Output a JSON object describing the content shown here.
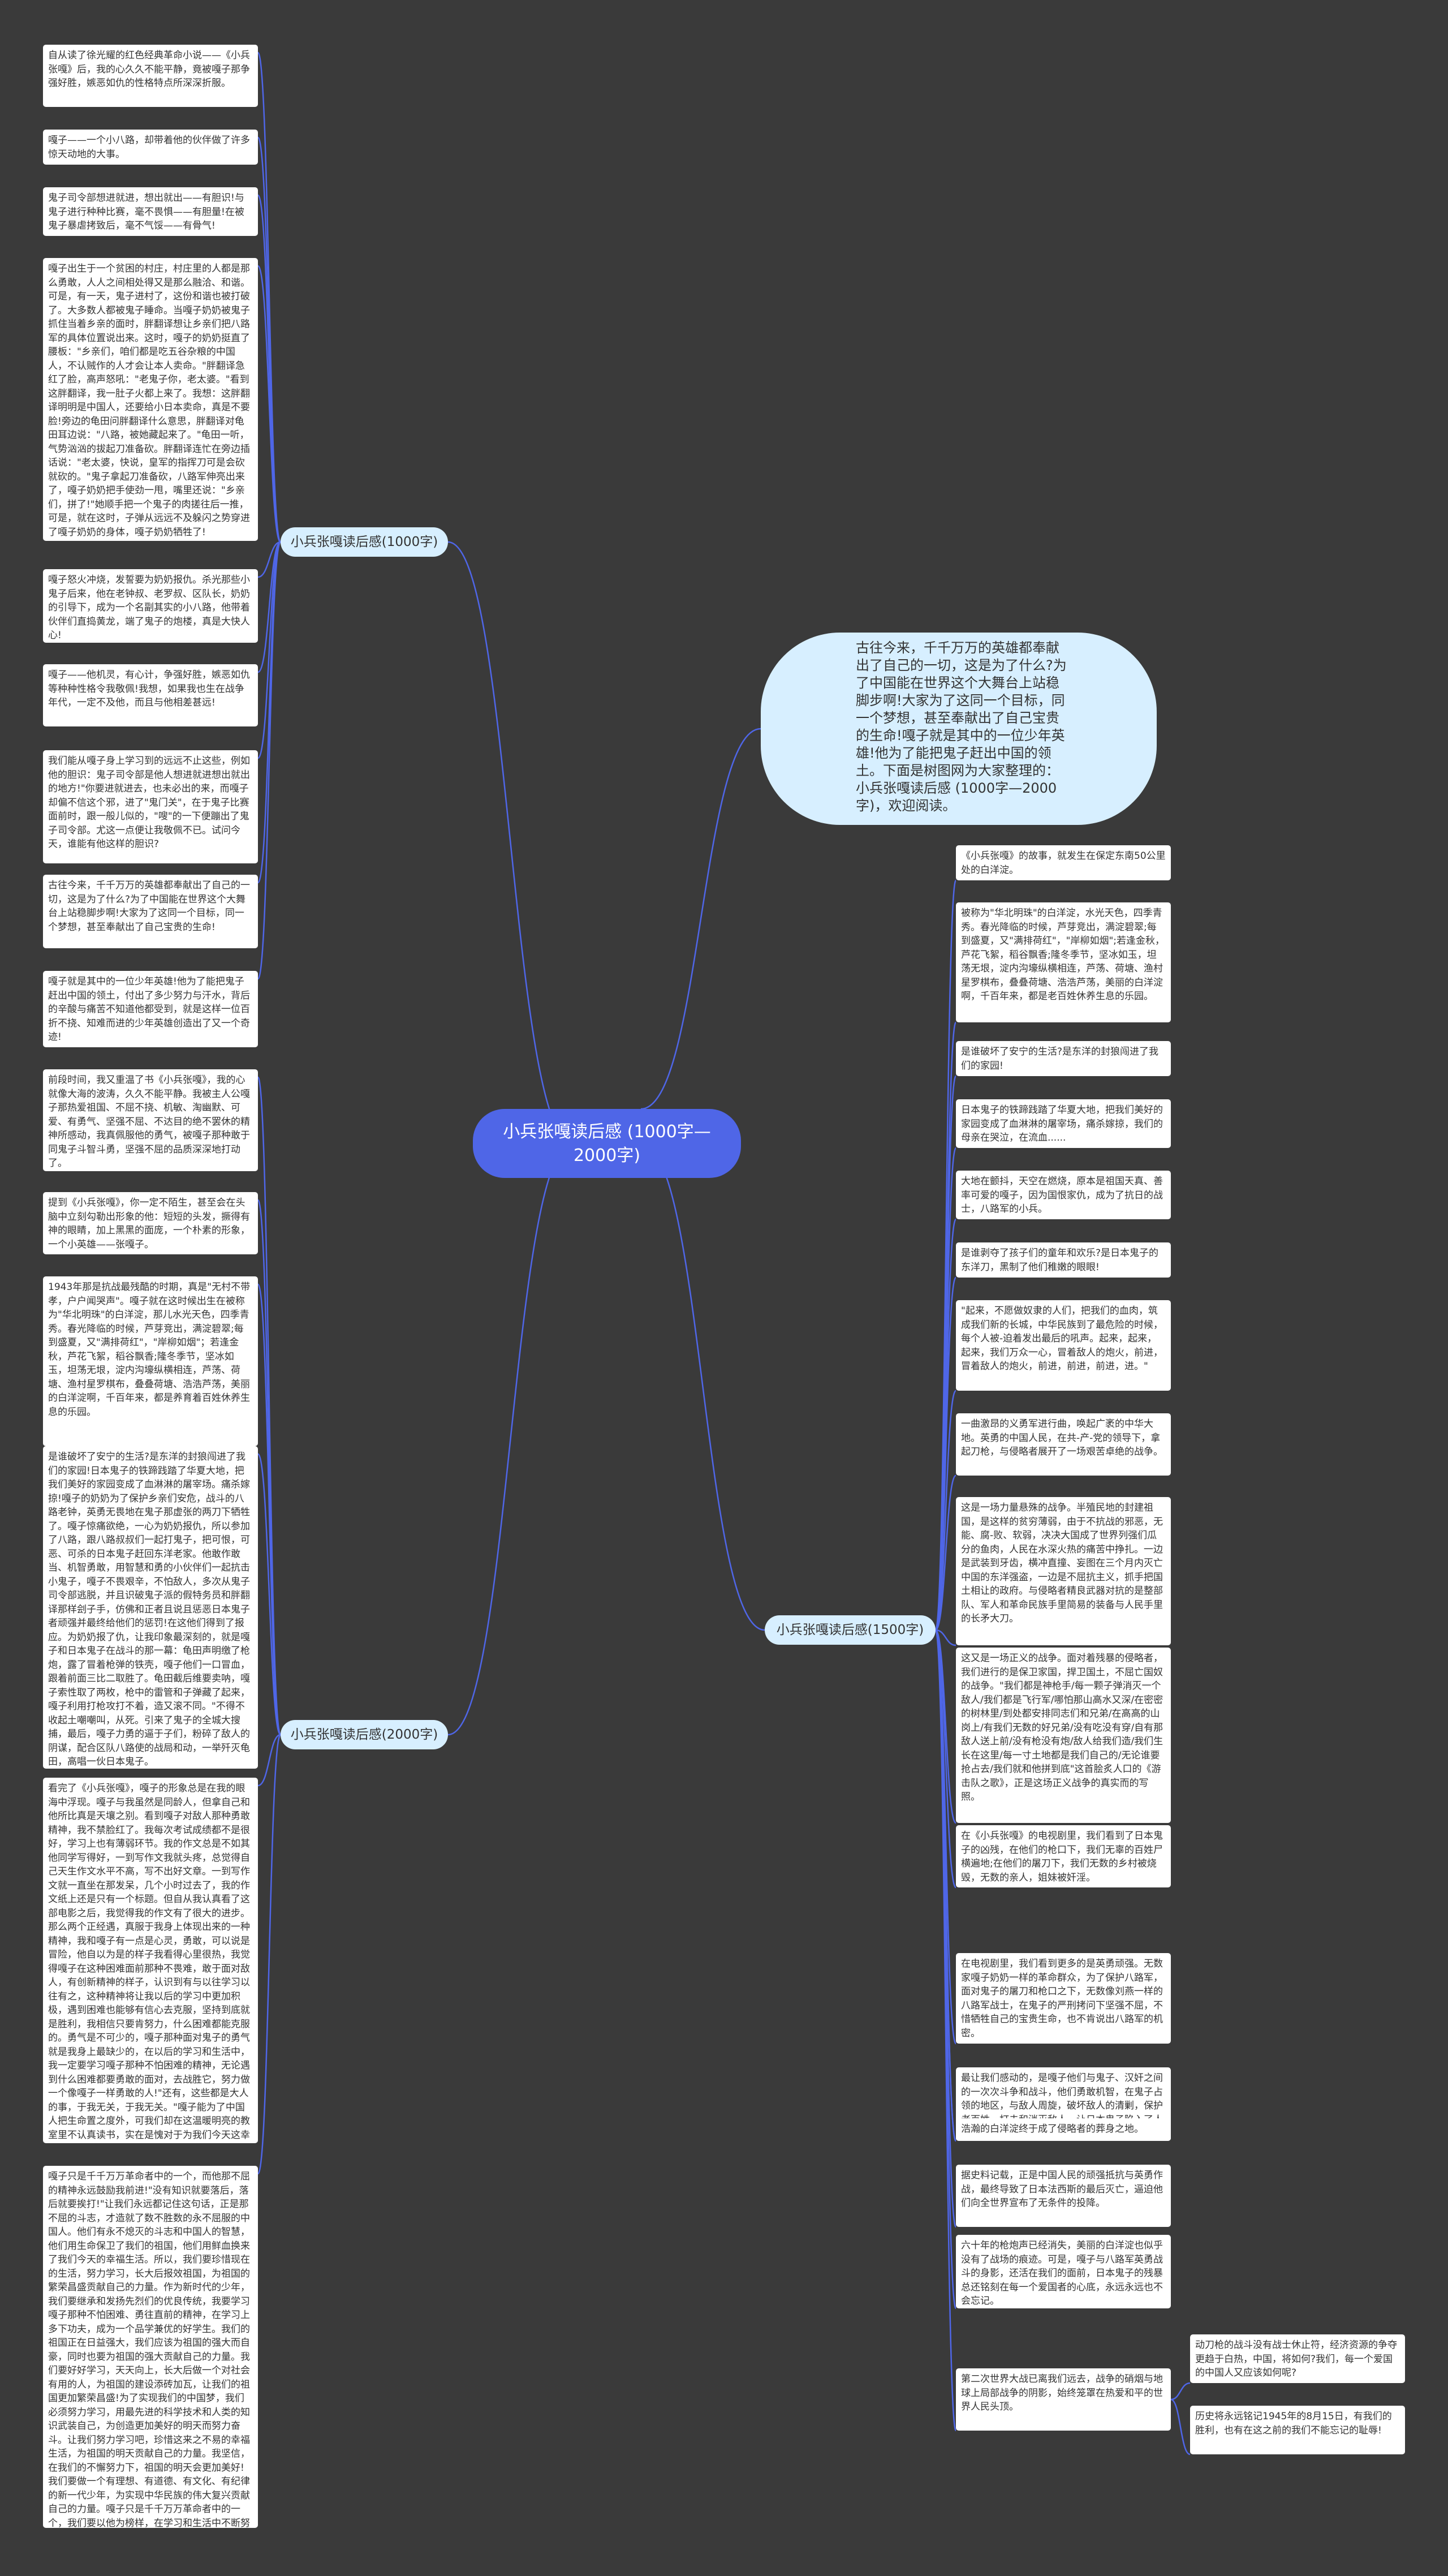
{
  "root": {
    "label": "小兵张嘎读后感 (1000字—2000字)"
  },
  "intro": {
    "text": "古往今来，千千万万的英雄都奉献出了自己的一切，这是为了什么?为了中国能在世界这个大舞台上站稳脚步啊!大家为了这同一个目标，同一个梦想，甚至奉献出了自己宝贵的生命!嘎子就是其中的一位少年英雄!他为了能把鬼子赶出中国的领土。下面是树图网为大家整理的：小兵张嘎读后感 (1000字—2000字)，欢迎阅读。"
  },
  "branches": [
    {
      "label": "小兵张嘎读后感(1000字)",
      "leaves": [
        "自从读了徐光耀的红色经典革命小说——《小兵张嘎》后，我的心久久不能平静，竟被嘎子那争强好胜，嫉恶如仇的性格特点所深深折服。",
        "嘎子——一个小八路，却带着他的伙伴做了许多惊天动地的大事。",
        "鬼子司令部想进就进，想出就出——有胆识!与鬼子进行种种比赛，毫不畏惧——有胆量!在被鬼子暴虐拷致后，毫不气馁——有骨气!",
        "嘎子出生于一个贫困的村庄，村庄里的人都是那么勇敢，人人之间相处得又是那么融洽、和谐。可是，有一天，鬼子进村了，这份和谐也被打破了。大多数人都被鬼子睡命。当嘎子奶奶被鬼子抓住当着乡亲的面时，胖翻译想让乡亲们把八路军的具体位置说出来。这时，嘎子的奶奶挺直了腰板：\"乡亲们，咱们都是吃五谷杂粮的中国人，不认贼作的人才会让本人卖命。\"胖翻译急红了脸，高声怒吼：\"老鬼子你，老太婆。\"看到这胖翻译，我一肚子火都上来了。我想：这胖翻译明明是中国人，还要给小日本卖命，真是不要脸!旁边的龟田问胖翻译什么意思，胖翻译对龟田耳边说：\"八路，被她藏起来了。\"龟田一听，气势汹汹的拔起刀准备砍。胖翻译连忙在旁边插话说：\"老太婆，快说，皇军的指挥刀可是会砍就砍的。\"鬼子拿起刀准备砍，八路军伸亮出来了，嘎子奶奶把手使劲一甩，嘴里还说：\"乡亲们，拼了!\"她顺手把一个鬼子的肉搓往后一推，可是，就在这时，子弹从远远不及躲闪之势穿进了嘎子奶奶的身体，嘎子奶奶牺牲了!",
        "嘎子怒火冲烧，发誓要为奶奶报仇。杀光那些小鬼子后来，他在老钟叔、老罗叔、区队长，奶奶的引导下，成为一个名副其实的小八路，他带着伙伴们直捣黄龙，端了鬼子的炮楼，真是大快人心!",
        "嘎子——他机灵，有心计，争强好胜，嫉恶如仇等种种性格令我敬佩!我想，如果我也生在战争年代，一定不及他，而且与他相差甚远!",
        "我们能从嘎子身上学习到的远远不止这些，例如他的胆识：鬼子司令部是他人想进就进想出就出的地方!\"你要进就进去，也未必出的来，而嘎子却偏不信这个邪，进了\"鬼门关\"，在于鬼子比赛面前时，跟一般儿似的，\"嗖\"的一下便蹦出了鬼子司令部。尤这一点便让我敬佩不已。试问今天，谁能有他这样的胆识?",
        "古往今来，千千万万的英雄都奉献出了自己的一切，这是为了什么?为了中国能在世界这个大舞台上站稳脚步啊!大家为了这同一个目标，同一个梦想，甚至奉献出了自己宝贵的生命!",
        "嘎子就是其中的一位少年英雄!他为了能把鬼子赶出中国的领土，付出了多少努力与汗水，背后的辛酸与痛苦不知道他都受到，就是这样一位百折不挠、知难而进的少年英雄创造出了又一个奇迹!"
      ]
    },
    {
      "label": "小兵张嘎读后感(2000字)",
      "leaves": [
        "前段时间，我又重温了书《小兵张嘎》，我的心就像大海的波涛，久久不能平静。我被主人公嘎子那热爱祖国、不屈不挠、机敏、淘幽默、可爱、有勇气、坚强不屈、不达目的绝不罢休的精神所感动，我真佩服他的勇气，被嘎子那种敢于同鬼子斗智斗勇，坚强不屈的品质深深地打动了。",
        "提到《小兵张嘎》，你一定不陌生，甚至会在头脑中立刻勾勒出形象的他：短短的头发，撅得有神的眼睛，加上黑黑的面庞，一个朴素的形象，一个小英雄——张嘎子。",
        "1943年那是抗战最残酷的时期，真是\"无村不带孝，户户闻哭声\"。嘎子就在这时候出生在被称为\"华北明珠\"的白洋淀，那儿水光天色，四季青秀。春光降临的时候，芦芽竞出，满淀碧翠;每到盛夏，又\"满排荷红\"，\"岸柳如烟\"；若逢金秋，芦花飞絮，稻谷飘香;隆冬季节，坚冰如玉，坦荡无垠，淀内沟壕纵横相连，芦荡、荷塘、渔村星罗棋布，叠叠荷塘、浩浩芦荡，美丽的白洋淀啊，千百年来，都是养育着百姓休养生息的乐园。",
        "是谁破坏了安宁的生活?是东洋的封狼闯进了我们的家园!日本鬼子的铁蹄践踏了华夏大地，把我们美好的家园变成了血淋淋的屠宰场。痛杀嫁掠!嘎子的奶奶为了保护乡亲们安危，战斗的八路老钟，英勇无畏地在鬼子那虚张的两刀下牺牲了。嘎子惊痛欲绝，一心为奶奶报仇，所以参加了八路，跟八路叔叔们一起打鬼子，把可恨，可恶、可杀的日本鬼子赶回东洋老家。他敢作敢当、机智勇敢，用智慧和勇的小伙伴们一起抗击小鬼子，嘎子不畏艰辛，不怕敌人，多次从鬼子司令部逃脱，并且识破鬼子派的假特务员和胖翻译那样刽子手，仿佛和正者且说且惩恶日本鬼子者顽强并最终给他们的惩罚!在这他们得到了报应。为奶奶报了仇，让我印象最深刻的，就是嘎子和日本鬼子在战斗的那一幕：龟田声明缴了枪炮，露了冒着枪弹的铁壳，嘎子他们一口冒血，跟着前面三比二取胜了。龟田截后维要卖呐，嘎子索性取了两枚，枪中的雷管和子弹藏了起来，嘎子利用打枪攻打不着，造又滚不同。\"不得不收起土嘲嘲叫，从死。引来了鬼子的全城大搜捕，最后，嘎子力勇的逼于子们，粉碎了敌人的阴谋，配合区队八路使的战局和动，一举歼灭龟田，高唱一伙日本鬼子。",
        "看完了《小兵张嘎》，嘎子的形象总是在我的眼海中浮现。嘎子与我虽然是同龄人，但拿自己和他所比真是天壤之别。看到嘎子对敌人那种勇敢精神，我不禁脸红了。我每次考试成绩都不是很好，学习上也有薄弱环节。我的作文总是不如其他同学写得好，一到写作文我就头疼，总觉得自己天生作文水平不高，写不出好文章。一到写作文就一直坐在那发呆，几个小时过去了，我的作文纸上还是只有一个标题。但自从我认真看了这部电影之后，我觉得我的作文有了很大的进步。那么两个正经遇，真服于我身上体现出来的一种精神，我和嘎子有一点是心灵，勇敢，可以说是冒险，他自以为是的样子我看得心里很热，我觉得嘎子在这种困难面前那种不畏难，敢于面对敌人，有创新精神的样子，认识到有与以往学习以往有之，这种精神将让我以后的学习中更加积极，遇到困难也能够有信心去克服，坚持到底就是胜利，我相信只要肯努力，什么困难都能克服的。勇气是不可少的，嘎子那种面对鬼子的勇气就是我身上最缺少的，在以后的学习和生活中，我一定要学习嘎子那种不怕困难的精神，无论遇到什么困难都要勇敢的面对，去战胜它，努力做一个像嘎子一样勇敢的人!\"还有，这些都是大人的事，于我无关，于我无关。\"嘎子能为了中国人把生命置之度外，可我们却在这温暖明亮的教室里不认真读书，实在是愧对于为我们今天这幸福生活而头洒热血的革命先烈!\"无论什么时候，我们都要记住这段历史，记住为我们今天幸福生活付出生命的先烈们，\"说得多好啊!如果我们拥有了嘎子那种克服困难、不惧不骄的\"嘎\"劲，还有什么样的困难和挫折我们不能克服的呢?——嘎子，你是新时代少年的榜样!",
        "嘎子只是千千万万革命者中的一个，而他那不屈的精神永远鼓励我前进!\"没有知识就要落后，落后就要挨打!\"让我们永远都记住这句话，正是那不屈的斗志，才造就了数不胜数的永不屈服的中国人。他们有永不熄灭的斗志和中国人的智慧，他们用生命保卫了我们的祖国，他们用鲜血换来了我们今天的幸福生活。所以，我们要珍惜现在的生活，努力学习，长大后报效祖国，为祖国的繁荣昌盛贡献自己的力量。作为新时代的少年，我们要继承和发扬先烈们的优良传统，我要学习嘎子那种不怕困难、勇往直前的精神，在学习上多下功夫，成为一个品学兼优的好学生。我们的祖国正在日益强大，我们应该为祖国的强大而自豪，同时也要为祖国的强大贡献自己的力量。我们要好好学习，天天向上，长大后做一个对社会有用的人，为祖国的建设添砖加瓦，让我们的祖国更加繁荣昌盛!为了实现我们的中国梦，我们必须努力学习，用最先进的科学技术和人类的知识武装自己，为创造更加美好的明天而努力奋斗。让我们努力学习吧，珍惜这来之不易的幸福生活，为祖国的明天贡献自己的力量。我坚信，在我们的不懈努力下，祖国的明天会更加美好!我们要做一个有理想、有道德、有文化、有纪律的新一代少年，为实现中华民族的伟大复兴贡献自己的力量。嘎子只是千千万万革命者中的一个，我们要以他为榜样，在学习和生活中不断努力，长大后报效祖国。"
      ]
    },
    {
      "label": "小兵张嘎读后感(1500字)",
      "leaves": [
        "《小兵张嘎》的故事，就发生在保定东南50公里处的白洋淀。",
        "被称为\"华北明珠\"的白洋淀，水光天色，四季青秀。春光降临的时候，芦芽竞出，满淀碧翠;每到盛夏，又\"满排荷红\"，\"岸柳如烟\";若逢金秋，芦花飞絮，稻谷飘香;隆冬季节，坚冰如玉，坦荡无垠，淀内沟壕纵横相连，芦荡、荷塘、渔村星罗棋布，叠叠荷塘、浩浩芦荡，美丽的白洋淀啊，千百年来，都是老百姓休养生息的乐园。",
        "是谁破坏了安宁的生活?是东洋的封狼闯进了我们的家园!",
        "日本鬼子的铁蹄践踏了华夏大地，把我们美好的家园变成了血淋淋的屠宰场，痛杀嫁掠，我们的母亲在哭泣，在流血......",
        "大地在颤抖，天空在燃烧，原本是祖国天真、善率可爱的嘎子，因为国恨家仇，成为了抗日的战士，八路军的小兵。",
        "是谁剥夺了孩子们的童年和欢乐?是日本鬼子的东洋刀，黑制了他们稚嫩的眼眼!",
        "\"起来，不愿做奴隶的人们，把我们的血肉，筑成我们新的长城，中华民族到了最危险的时候，每个人被-迫着发出最后的吼声。起来，起来，起来，我们万众一心，冒着敌人的炮火，前进，冒着敌人的炮火，前进，前进，前进，进。\"",
        "一曲激昂的义勇军进行曲，唤起广袤的中华大地。英勇的中国人民，在共-产-党的领导下，拿起刀枪，与侵略者展开了一场艰苦卓绝的战争。",
        "这是一场力量悬殊的战争。半殖民地的封建祖国，是这样的贫穷薄弱，由于不抗战的邪恶，无能、腐-败、软弱，决决大国成了世界列强们瓜分的鱼肉，人民在水深火热的痛苦中挣扎。一边是武装到牙齿，横冲直撞、妄图在三个月内灭亡中国的东洋强盗，一边是不屈抗主义，抓手把国土相让的政府。与侵略者精良武器对抗的是整部队、军人和革命民族手里简易的装备与人民手里的长矛大刀。",
        "这又是一场正义的战争。面对着残暴的侵略者，我们进行的是保卫家国，捍卫国土，不屈亡国奴的战争。\"我们都是神枪手/每一颗子弹消灭一个敌人/我们都是飞行军/哪怕那山高水又深/在密密的树林里/到处都安排同志们和兄弟/在高高的山岗上/有我们无数的好兄弟/没有吃没有穿/自有那敌人送上前/没有枪没有炮/敌人给我们造/我们生长在这里/每一寸土地都是我们自己的/无论谁要抢占去/我们就和他拼到底\"这首脍炙人口的《游击队之歌》，正是这场正义战争的真实而的写照。",
        "在《小兵张嘎》的电视剧里，我们看到了日本鬼子的凶残，在他们的枪口下，我们无辜的百姓尸横遍地;在他们的屠刀下，我们无数的乡村被烧毁，无数的亲人，姐妹被奸淫。",
        "在电视剧里，我们看到更多的是英勇顽强。无数家嘎子奶奶一样的革命群众，为了保护八路军，面对鬼子的屠刀和枪口之下，无数像刘燕一样的八路军战士，在鬼子的严刑拷问下坚强不屈，不惜牺牲自己的宝贵生命，也不肯说出八路军的机密。",
        "最让我们感动的，是嘎子他们与鬼子、汉奸之间的一次次斗争和战斗，他们勇敢机智，在鬼子占领的地区，与敌人周旋，破坏敌人的清剿，保护老百姓，打击和消灭敌人，让日本鬼子陷入了人民战争的汪洋大海之中!",
        "浩瀚的白洋淀终于成了侵略者的葬身之地。",
        "据史料记载，正是中国人民的顽强抵抗与英勇作战，最终导致了日本法西斯的最后灭亡，逼迫他们向全世界宣布了无条件的投降。",
        "六十年的枪炮声已经消失，美丽的白洋淀也似乎没有了战场的痕迹。可是，嘎子与八路军英勇战斗的身影，还活在我们的面前，日本鬼子的残暴总还铭刻在每一个爱国者的心底，永远永远也不会忘记。",
        "第二次世界大战已离我们远去，战争的硝烟与地球上局部战争的阴影，始终笼罩在热爱和平的世界人民头顶。"
      ],
      "sub_leaves": [
        "动刀枪的战斗没有战士休止符，经济资源的争夺更趋于白热，中国，将如何?我们，每一个爱国的中国人又应该如何呢?",
        "历史将永远铭记1945年的8月15日，有我们的胜利，也有在这之前的我们不能忘记的耻辱!"
      ]
    }
  ]
}
